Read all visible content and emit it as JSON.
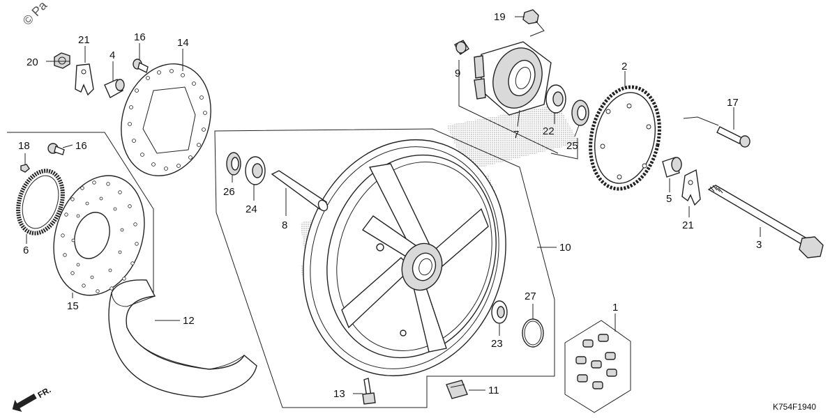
{
  "diagram": {
    "copyright": "© Pa",
    "diagram_code": "K754F1940",
    "direction_label": "FR.",
    "callouts": [
      {
        "id": "c1",
        "text": "1"
      },
      {
        "id": "c2",
        "text": "2"
      },
      {
        "id": "c3",
        "text": "3"
      },
      {
        "id": "c4",
        "text": "4"
      },
      {
        "id": "c5",
        "text": "5"
      },
      {
        "id": "c6",
        "text": "6"
      },
      {
        "id": "c7",
        "text": "7"
      },
      {
        "id": "c8",
        "text": "8"
      },
      {
        "id": "c9",
        "text": "9"
      },
      {
        "id": "c10",
        "text": "10"
      },
      {
        "id": "c11",
        "text": "11"
      },
      {
        "id": "c12",
        "text": "12"
      },
      {
        "id": "c13",
        "text": "13"
      },
      {
        "id": "c14",
        "text": "14"
      },
      {
        "id": "c15",
        "text": "15"
      },
      {
        "id": "c16a",
        "text": "16"
      },
      {
        "id": "c16b",
        "text": "16"
      },
      {
        "id": "c17",
        "text": "17"
      },
      {
        "id": "c18",
        "text": "18"
      },
      {
        "id": "c19",
        "text": "19"
      },
      {
        "id": "c20",
        "text": "20"
      },
      {
        "id": "c21a",
        "text": "21"
      },
      {
        "id": "c21b",
        "text": "21"
      },
      {
        "id": "c22",
        "text": "22"
      },
      {
        "id": "c23",
        "text": "23"
      },
      {
        "id": "c24",
        "text": "24"
      },
      {
        "id": "c25",
        "text": "25"
      },
      {
        "id": "c26",
        "text": "26"
      },
      {
        "id": "c27",
        "text": "27"
      }
    ]
  }
}
